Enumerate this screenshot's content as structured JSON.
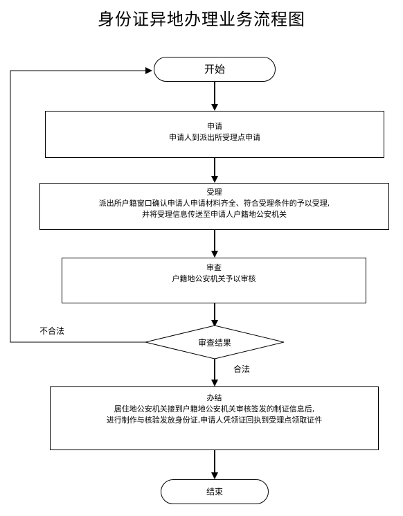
{
  "title": "身份证异地办理业务流程图",
  "start": "开始",
  "apply": {
    "title": "申请",
    "text": "申请人到派出所受理点申请"
  },
  "accept": {
    "title": "受理",
    "line1": "派出所户籍窗口确认申请人申请材料齐全、符合受理条件的予以受理,",
    "line2": "并将受理信息传送至申请人户籍地公安机关"
  },
  "review": {
    "title": "审查",
    "text": "户籍地公安机关予以审核"
  },
  "decision": "审查结果",
  "pass_label": "合法",
  "fail_label": "不合法",
  "complete": {
    "title": "办结",
    "line1": "居住地公安机关接到户籍地公安机关审核签发的制证信息后,",
    "line2": "进行制作与核验发放身份证,申请人凭领证回执到受理点领取证件"
  },
  "end": "结束"
}
